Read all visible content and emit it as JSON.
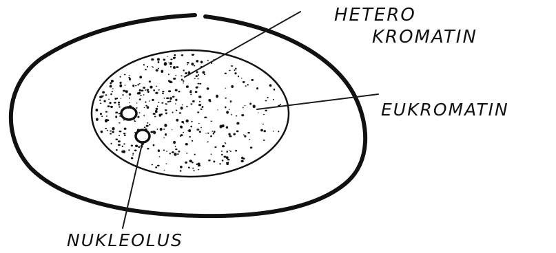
{
  "labels": {
    "heterochromatin_line1": "HETERO",
    "heterochromatin_line2": "KROMATIN",
    "euchromatin": "EUKROMATIN",
    "nucleolus": "NUKLEOLUS"
  },
  "colors": {
    "ink": "#111111",
    "background": "#ffffff"
  }
}
